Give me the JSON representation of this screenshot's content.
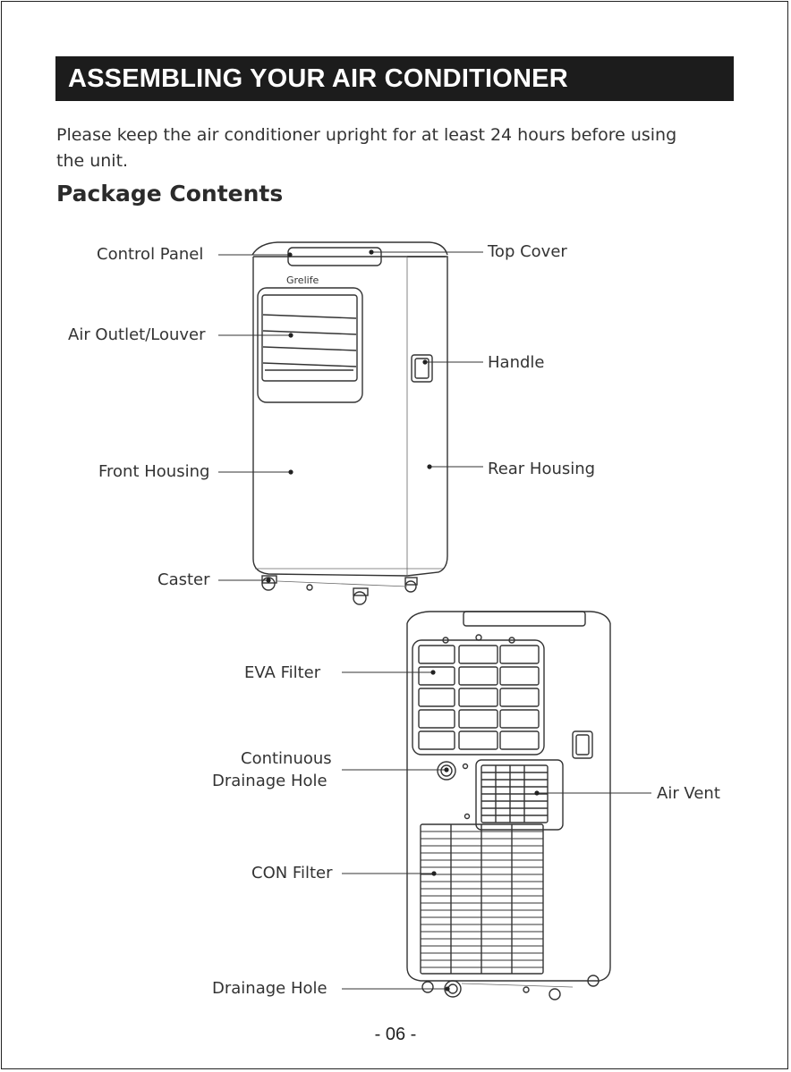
{
  "title": "ASSEMBLING YOUR AIR CONDITIONER",
  "intro_line1": "Please keep the air conditioner upright for at least 24 hours before using",
  "intro_line2": "the unit.",
  "section_title": "Package Contents",
  "brand": "Grelife",
  "labels": {
    "control_panel": "Control Panel",
    "top_cover": "Top Cover",
    "air_outlet": "Air Outlet/Louver",
    "handle": "Handle",
    "front_housing": "Front Housing",
    "rear_housing": "Rear Housing",
    "caster": "Caster",
    "eva_filter": "EVA Filter",
    "continuous_drainage_1": "Continuous",
    "continuous_drainage_2": "Drainage Hole",
    "air_vent": "Air Vent",
    "con_filter": "CON Filter",
    "drainage_hole": "Drainage Hole"
  },
  "page_number": "- 06 -"
}
